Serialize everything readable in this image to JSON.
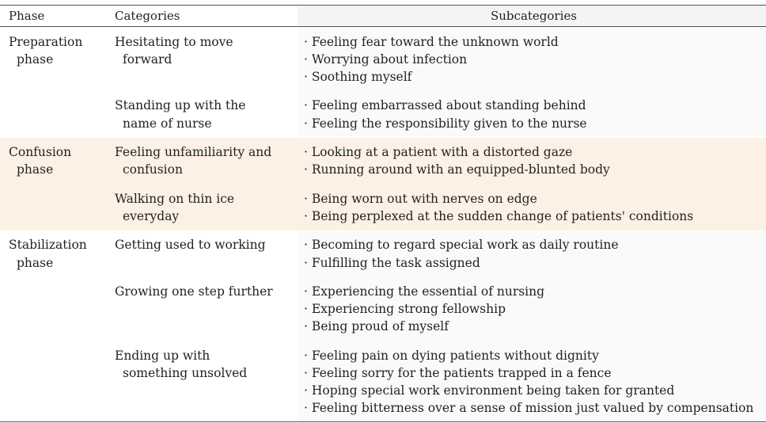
{
  "table": {
    "headers": {
      "phase": "Phase",
      "categories": "Categories",
      "subcategories": "Subcategories"
    },
    "phases": [
      {
        "name_lines": [
          "Preparation",
          "phase"
        ],
        "categories": [
          {
            "lines": [
              "Hesitating to move",
              "forward"
            ],
            "subs": [
              "· Feeling fear toward the unknown world",
              "· Worrying about infection",
              "· Soothing myself"
            ]
          },
          {
            "lines": [
              "Standing up with the",
              "name of nurse"
            ],
            "subs": [
              "· Feeling embarrassed about standing behind",
              "· Feeling the responsibility given to the nurse"
            ]
          }
        ]
      },
      {
        "name_lines": [
          "Confusion",
          "phase"
        ],
        "categories": [
          {
            "lines": [
              "Feeling unfamiliarity and",
              "confusion"
            ],
            "subs": [
              "· Looking at a patient with a distorted gaze",
              "· Running around with an equipped-blunted body"
            ]
          },
          {
            "lines": [
              "Walking on thin ice",
              "everyday"
            ],
            "subs": [
              "· Being worn out with nerves on edge",
              "· Being perplexed at the sudden change of patients' conditions"
            ]
          }
        ]
      },
      {
        "name_lines": [
          "Stabilization",
          "phase"
        ],
        "categories": [
          {
            "lines": [
              "Getting used to working"
            ],
            "subs": [
              "· Becoming to regard special work as daily routine",
              "· Fulfilling the task assigned"
            ]
          },
          {
            "lines": [
              "Growing one step further"
            ],
            "subs": [
              "· Experiencing the essential of nursing",
              "· Experiencing strong fellowship",
              "· Being proud of myself"
            ]
          },
          {
            "lines": [
              "Ending up with",
              "something unsolved"
            ],
            "subs": [
              "· Feeling pain on dying patients without dignity",
              "· Feeling sorry for the patients trapped in a fence",
              "· Hoping special work environment being taken for granted",
              "· Feeling bitterness over a sense of mission just valued by compensation"
            ]
          }
        ]
      }
    ],
    "colors": {
      "rule": "#555555",
      "shaded_band": "#fdf1e6"
    }
  }
}
